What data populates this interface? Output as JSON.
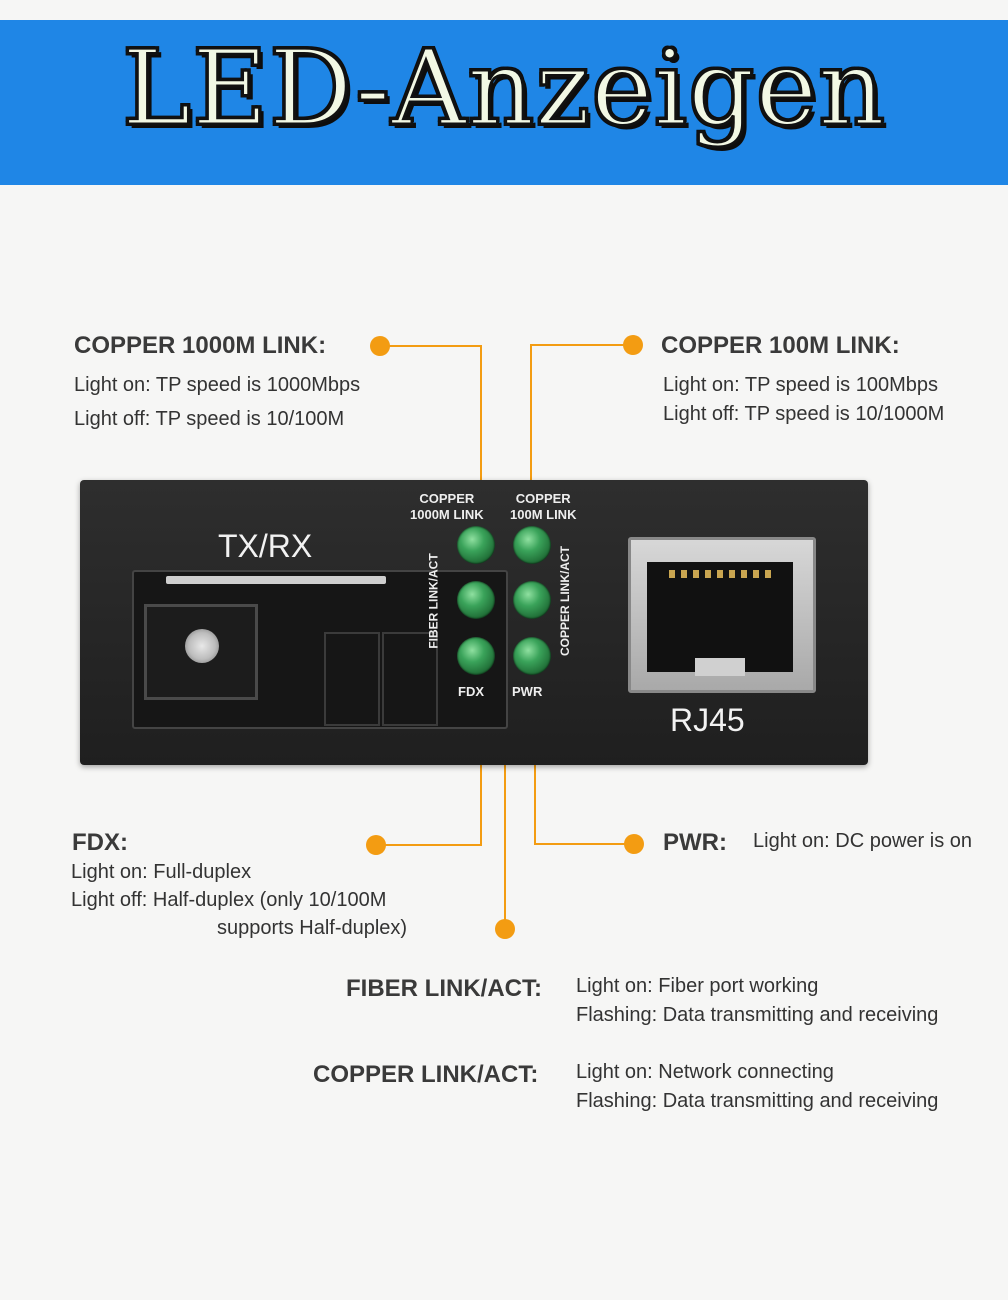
{
  "title": "LED-Anzeigen",
  "colors": {
    "banner": "#1f86e6",
    "callout": "#f39c12",
    "led": "#3aa35a",
    "device": "#262626"
  },
  "device": {
    "tx_rx_label": "TX/RX",
    "rj45_label": "RJ45",
    "leds": {
      "copper_1000m": [
        "COPPER",
        "1000M LINK"
      ],
      "copper_100m": [
        "COPPER",
        "100M LINK"
      ],
      "fiber_link_act": "FIBER LINK/ACT",
      "copper_link_act": "COPPER LINK/ACT",
      "fdx": "FDX",
      "pwr": "PWR"
    }
  },
  "callouts": {
    "copper_1000m": {
      "heading": "COPPER 1000M LINK:",
      "lines": [
        "Light on: TP speed is 1000Mbps",
        "Light off: TP speed is 10/100M"
      ]
    },
    "copper_100m": {
      "heading": "COPPER 100M LINK:",
      "lines": [
        "Light on: TP speed is 100Mbps",
        "Light off: TP speed is 10/1000M"
      ]
    },
    "fdx": {
      "heading": "FDX:",
      "lines": [
        "Light on: Full-duplex",
        "Light off: Half-duplex (only 10/100M",
        "supports Half-duplex)"
      ]
    },
    "pwr": {
      "heading": "PWR:",
      "lines": [
        "Light on: DC power is on"
      ]
    },
    "fiber_link_act": {
      "heading": "FIBER LINK/ACT:",
      "lines": [
        "Light on: Fiber port working",
        "Flashing: Data transmitting and receiving"
      ]
    },
    "copper_link_act": {
      "heading": "COPPER LINK/ACT:",
      "lines": [
        "Light on: Network connecting",
        "Flashing: Data transmitting and receiving"
      ]
    }
  }
}
